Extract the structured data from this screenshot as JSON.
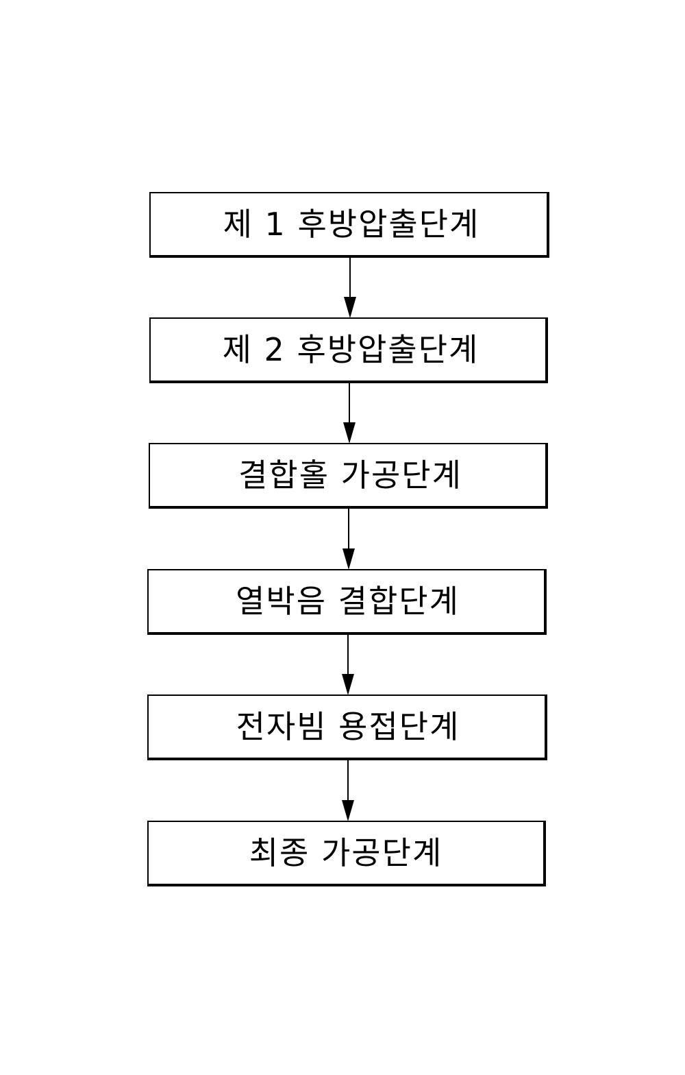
{
  "steps": [
    {
      "label": "제 1 후방압출단계"
    },
    {
      "label": "제 2 후방압출단계"
    },
    {
      "label": "결합홀 가공단계"
    },
    {
      "label": "열박음 결합단계"
    },
    {
      "label": "전자빔 용접단계"
    },
    {
      "label": "최종 가공단계"
    }
  ]
}
